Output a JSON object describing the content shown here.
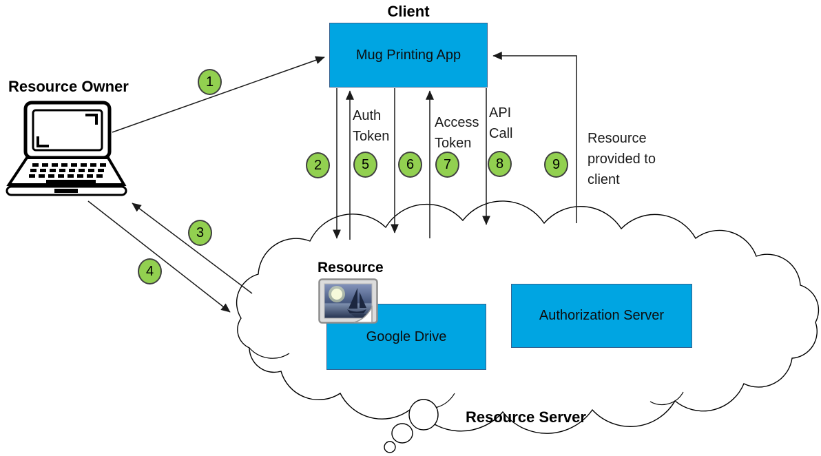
{
  "nodes": {
    "client": {
      "title": "Client",
      "box_label": "Mug Printing App"
    },
    "resource_owner": {
      "title": "Resource Owner"
    },
    "resource": {
      "title": "Resource"
    },
    "google_drive": {
      "box_label": "Google Drive"
    },
    "authorization_server": {
      "box_label": "Authorization Server"
    },
    "resource_server": {
      "title": "Resource Server"
    }
  },
  "steps": [
    "1",
    "2",
    "3",
    "4",
    "5",
    "6",
    "7",
    "8",
    "9"
  ],
  "flow_labels": {
    "auth_token": "Auth Token",
    "access_token": "Access Token",
    "api_call": "API Call",
    "resource_provided": "Resource provided to client"
  },
  "icons": {
    "laptop": "laptop-icon",
    "picture": "picture-icon"
  },
  "colors": {
    "box_fill": "#00a5e2",
    "box_border": "#35618f",
    "step_fill": "#92d050",
    "step_border": "#404040",
    "line": "#1a1a1a",
    "background": "#ffffff"
  }
}
